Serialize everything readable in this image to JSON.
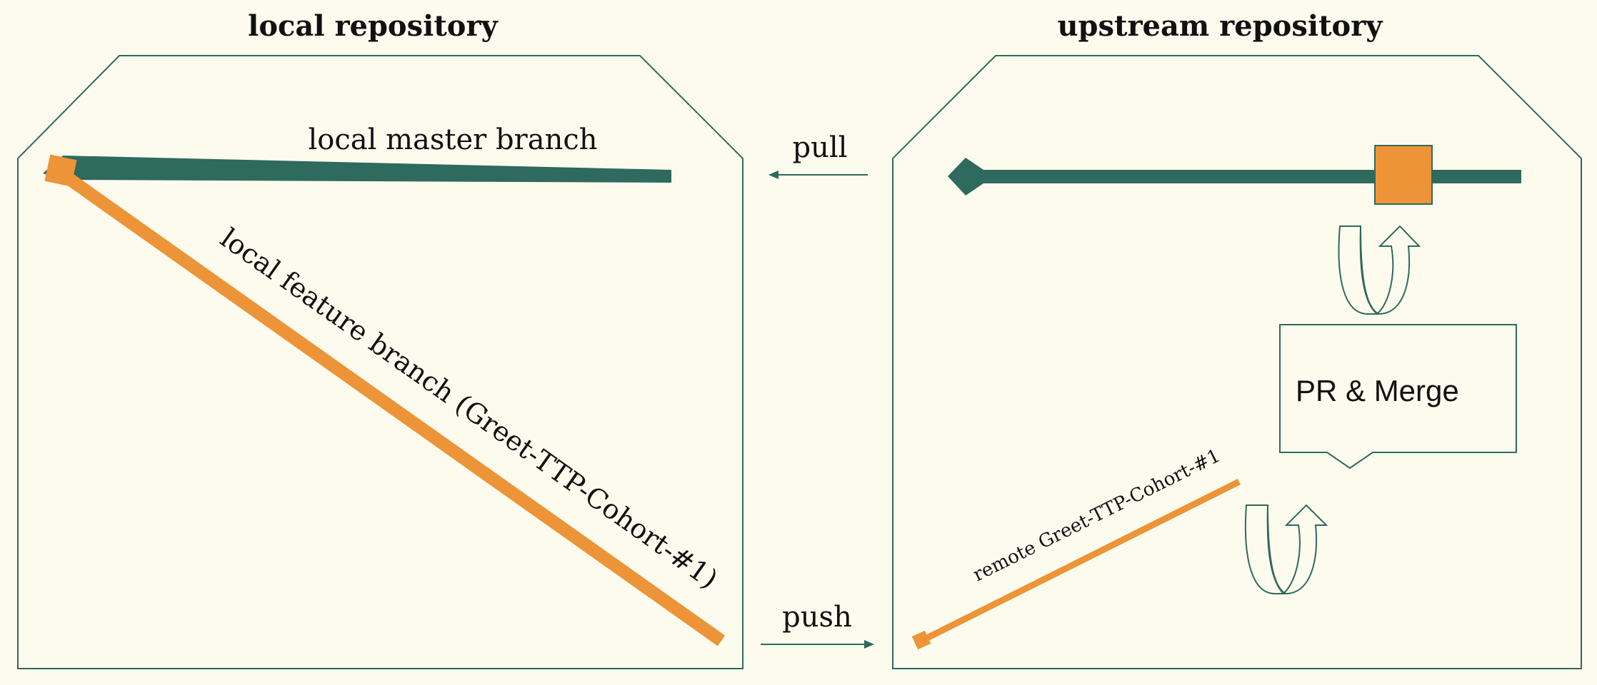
{
  "local": {
    "title": "local repository",
    "master_label": "local master branch",
    "feature_label": "local feature branch (Greet-TTP-Cohort-#1)"
  },
  "upstream": {
    "title": "upstream repository",
    "remote_label": "remote Greet-TTP-Cohort-#1",
    "pr_box_label": "PR & Merge"
  },
  "arrows": {
    "pull_label": "pull",
    "push_label": "push"
  },
  "colors": {
    "green": "#2e6a5d",
    "orange": "#ec9437",
    "background": "#fdfbee"
  }
}
